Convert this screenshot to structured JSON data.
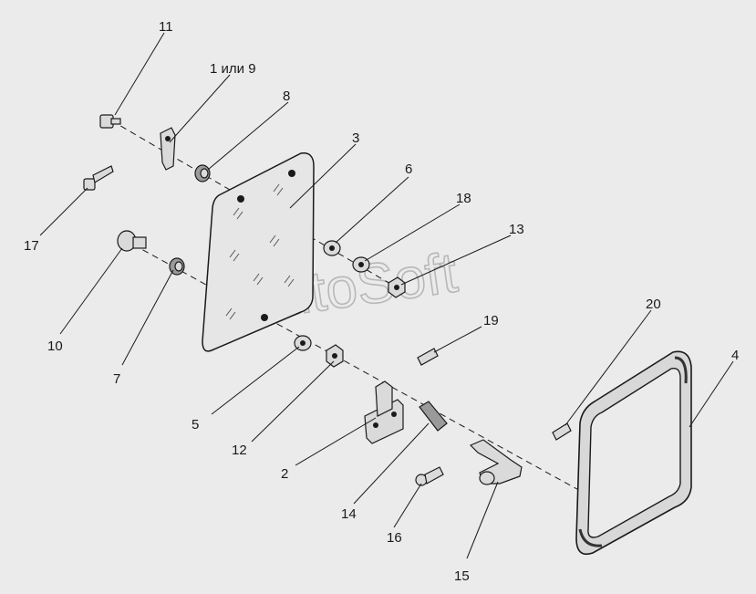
{
  "watermark": "AutoSoft",
  "callouts": {
    "c1": "1 или 9",
    "c2": "2",
    "c3": "3",
    "c4": "4",
    "c5": "5",
    "c6": "6",
    "c7": "7",
    "c8": "8",
    "c10": "10",
    "c11": "11",
    "c12": "12",
    "c13": "13",
    "c14": "14",
    "c15": "15",
    "c16": "16",
    "c17": "17",
    "c18": "18",
    "c19": "19",
    "c20": "20"
  }
}
